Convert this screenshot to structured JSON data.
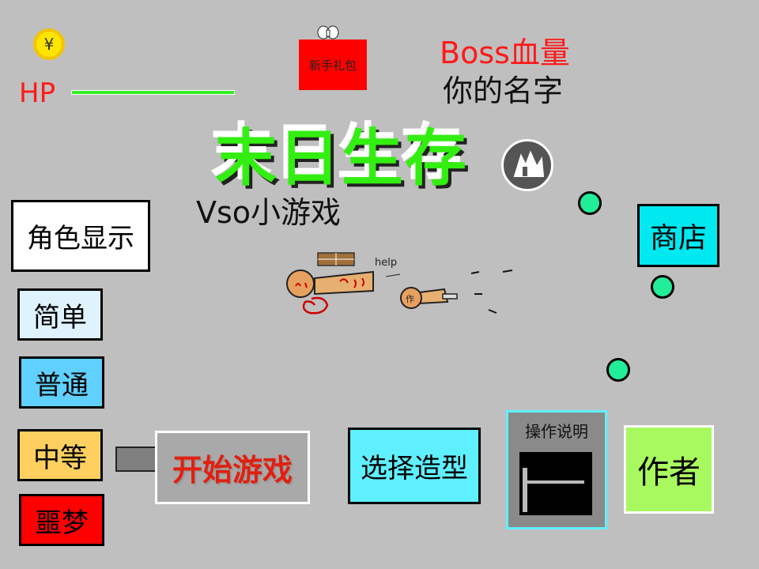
{
  "hud": {
    "hp_label": "HP",
    "hp_fraction": 1.0,
    "coin_symbol": "¥",
    "gift_label": "新手礼包",
    "boss_label": "Boss血量",
    "player_name": "你的名字"
  },
  "title": {
    "main": "末日生存",
    "subtitle": "Vso小游戏"
  },
  "menu": {
    "character_display": "角色显示",
    "difficulty": [
      "简单",
      "普通",
      "中等",
      "噩梦"
    ],
    "start_game": "开始游戏",
    "choose_outfit": "选择造型",
    "instructions": "操作说明",
    "author": "作者",
    "shop": "商店"
  },
  "scene": {
    "help_text": "help",
    "enemy_label": "作"
  },
  "colors": {
    "background": "#bfbfbf",
    "title_green": "#33ee11",
    "hp_bar": "#33ee22",
    "accent_red": "#ff1a1a",
    "cyan": "#5ff0ff",
    "orb": "#22ee99"
  }
}
